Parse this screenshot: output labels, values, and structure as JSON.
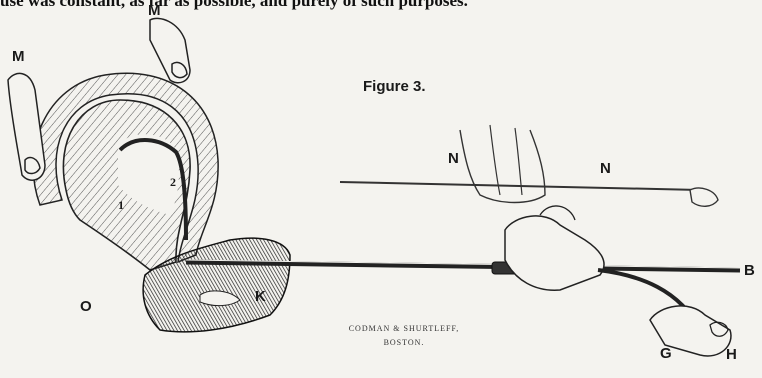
{
  "top_text": "use was constant, as far as possible, and purely of such purposes.",
  "figure_caption": "Figure 3.",
  "labels": {
    "M_left": "M",
    "M_top": "M",
    "N_left": "N",
    "N_right": "N",
    "B": "B",
    "G": "G",
    "H": "H",
    "K": "K",
    "O": "O",
    "one": "1",
    "two": "2"
  },
  "maker_line1": "CODMAN & SHURTLEFF,",
  "maker_line2": "BOSTON."
}
